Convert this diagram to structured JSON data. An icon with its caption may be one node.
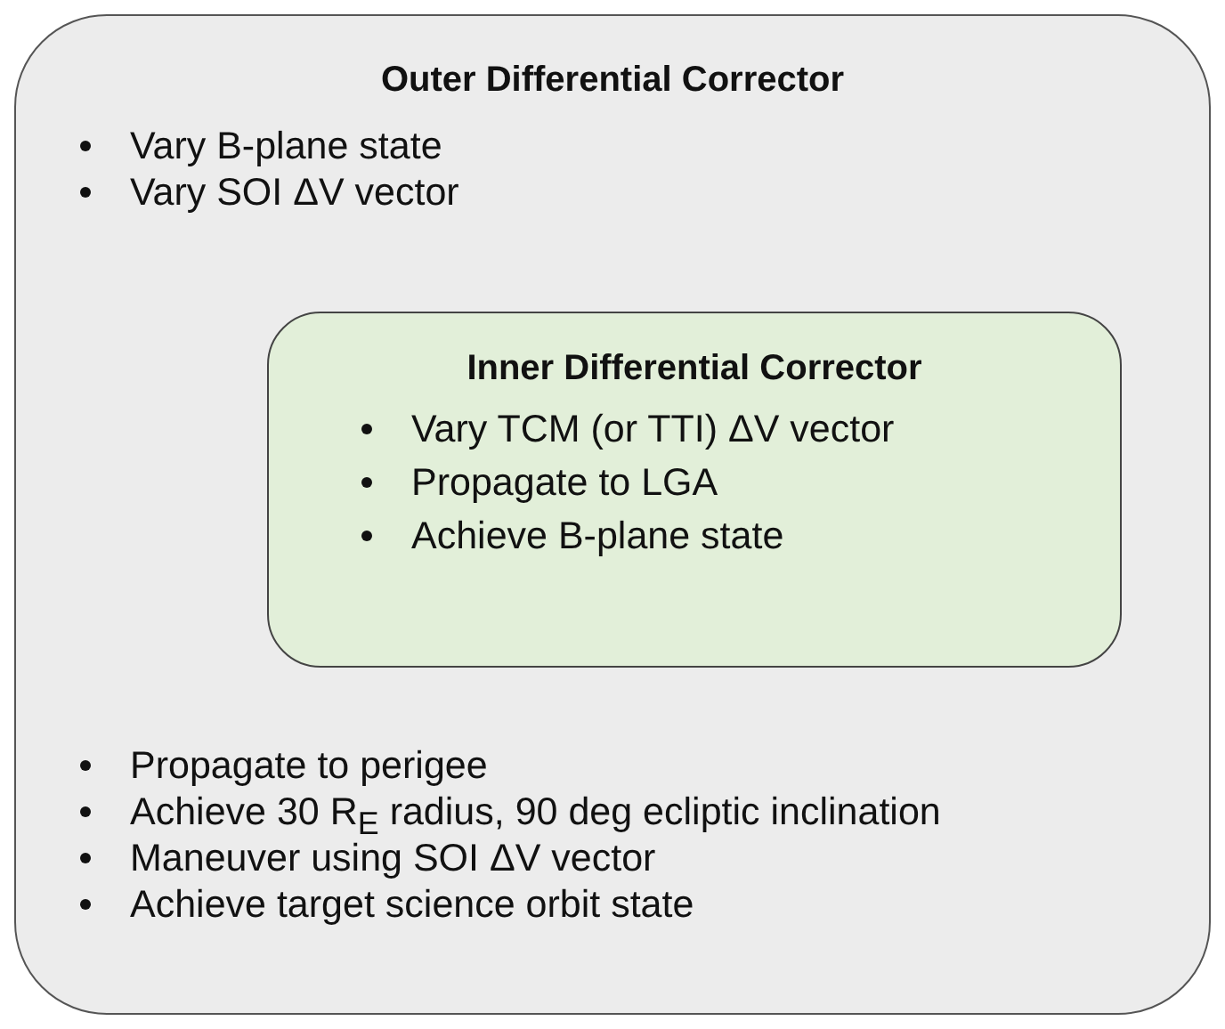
{
  "diagram": {
    "nodes": [
      {
        "text": [
          "Outer Differential Corrector",
          "Vary B-plane state",
          "Vary SOI ΔV vector",
          "Propagate to perigee",
          "Achieve 30 R$_{E}$ radius, 90 deg ecliptic inclination",
          "Maneuver using SOI ΔV vector",
          "Achieve target science orbit state"
        ]
      },
      {
        "text": [
          "Inner Differential Corrector",
          "Vary TCM (or TTI) ΔV vector",
          "Propagate to LGA",
          "Achieve B-plane state"
        ],
        "in": 0
      }
    ]
  }
}
